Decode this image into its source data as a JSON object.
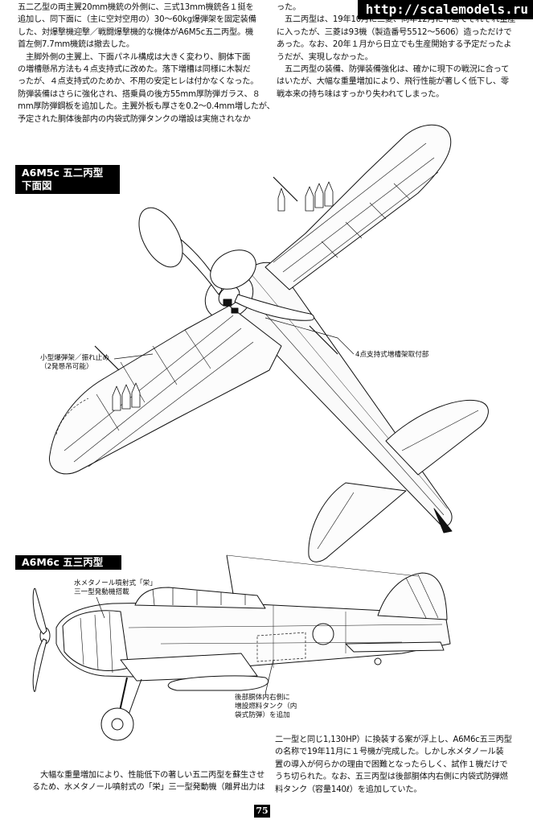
{
  "watermark": "http://scalemodels.ru",
  "text_left": [
    "五二乙型の両主翼20mm機銃の外側に、三式13mm機銃各１挺を",
    "追加し、同下面に（主に空対空用の）30～60kg爆弾架を固定装備",
    "した、対爆撃機迎撃／戦闘爆撃機的な機体がA6M5c五二丙型。機",
    "首左側7.7mm機銃は撤去した。",
    "　主脚外側の主翼上、下面パネル構成は大きく変わり、胴体下面",
    "の増槽懸吊方法も４点支持式に改めた。落下増槽は同様に木製だ",
    "ったが、４点支持式のためか、不用の安定ヒレは付かなくなった。",
    "防弾装備はさらに強化され、搭乗員の後方55mm厚防弾ガラス、８",
    "mm厚防弾鋼板を追加した。主翼外板も厚さを0.2～0.4mm増したが、",
    "予定された胴体後部内の内袋式防弾タンクの増設は実施されなか"
  ],
  "text_right": [
    "った。",
    "　五二丙型は、19年10月に三菱、同年12月に中島でそれぞれ量産",
    "に入ったが、三菱は93機（製造番号5512～5606）造っただけで",
    "あった。なお、20年１月から日立でも生産開始する予定だったよ",
    "うだが、実現しなかった。",
    "　五二丙型の装備、防弾装備強化は、確かに現下の戦況に合って",
    "はいたが、大幅な重量増加により、飛行性能が著しく低下し、零",
    "戦本来の持ち味はすっかり失われてしまった。"
  ],
  "section_a6m5c": {
    "title_line1": "A6M5c 五二丙型",
    "title_line2": "下面図",
    "callout_bomb_rack_1": "小型爆弾架／振れ止め",
    "callout_bomb_rack_2": "（2発懸吊可能）",
    "callout_drop_tank": "4点支持式増槽架取付部"
  },
  "section_a6m6c": {
    "title": "A6M6c 五三丙型",
    "callout_engine_1": "水メタノール噴射式「栄」",
    "callout_engine_2": "三一型発動機搭載",
    "callout_tank_1": "後部胴体内右側に",
    "callout_tank_2": "増設燃料タンク（内",
    "callout_tank_3": "袋式防弾）を追加"
  },
  "text_bottom_left": [
    "　大幅な重量増加により、性能低下の著しい五二丙型を蘇生させ",
    "るため、水メタノール噴射式の「栄」三一型発動機（離昇出力は"
  ],
  "text_bottom_right": [
    "二一型と同じ1,130HP）に換装する案が浮上し、A6M6c五三丙型",
    "の名称で19年11月に１号機が完成した。しかし水メタノール装",
    "置の導入が何らかの理由で困難となったらしく、試作１機だけで",
    "うち切られた。なお、五三丙型は後部胴体内右側に内袋式防弾燃",
    "料タンク（容量140ℓ）を追加していた。"
  ],
  "page_number": "75"
}
